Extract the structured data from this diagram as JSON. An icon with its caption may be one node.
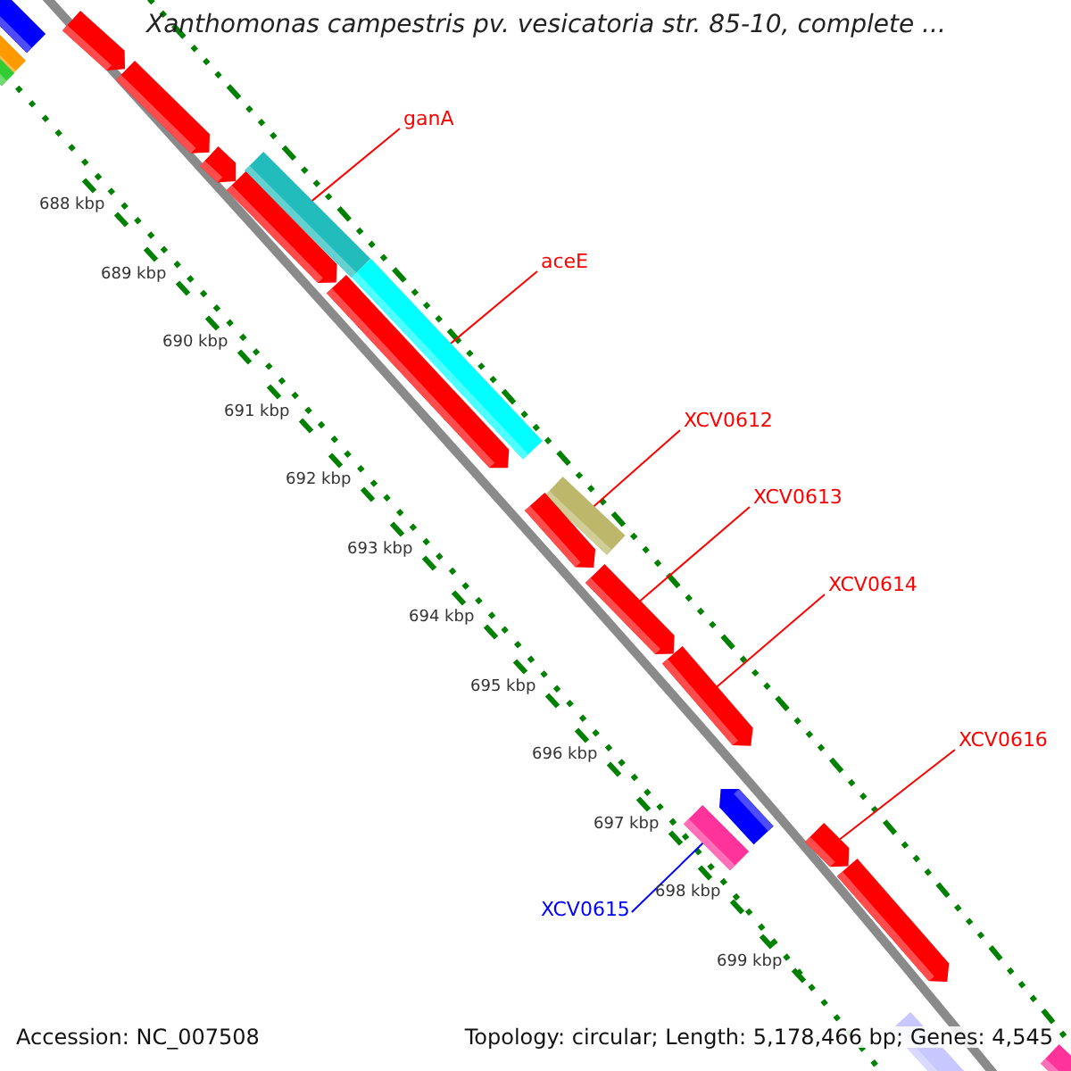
{
  "diagram": {
    "title": "Xanthomonas campestris pv. vesicatoria str. 85-10, complete ...",
    "nodes": [
      {
        "text": [
          "ganA"
        ]
      },
      {
        "text": [],
        "shape": "bar"
      },
      {
        "text": [
          "aceE"
        ]
      },
      {
        "text": [],
        "shape": "bar"
      },
      {
        "text": [
          "XCV0612"
        ]
      },
      {
        "text": [],
        "shape": "bar"
      },
      {
        "text": [
          "XCV0613"
        ]
      },
      {
        "text": [],
        "shape": "arrow"
      },
      {
        "text": [
          "XCV0614"
        ]
      },
      {
        "text": [],
        "shape": "arrow"
      },
      {
        "text": [
          "XCV0616"
        ]
      },
      {
        "text": [],
        "shape": "arrow"
      },
      {
        "text": [
          "XCV0615"
        ]
      },
      {
        "text": [],
        "shape": "bar"
      },
      {
        "text": [],
        "shape": "bar"
      },
      {
        "text": [],
        "shape": "bar"
      },
      {
        "text": [],
        "shape": "bar"
      },
      {
        "text": [],
        "shape": "arrow"
      },
      {
        "text": [],
        "shape": "arrow"
      },
      {
        "text": [],
        "shape": "arrow"
      },
      {
        "text": [],
        "shape": "arrow"
      },
      {
        "text": [],
        "shape": "arrow"
      },
      {
        "text": [],
        "shape": "arrow"
      },
      {
        "text": [],
        "shape": "arrow"
      },
      {
        "text": [],
        "shape": "arrow"
      },
      {
        "text": [],
        "shape": "bar"
      },
      {
        "text": [],
        "shape": "bar"
      }
    ],
    "edges": [
      {
        "from": 0,
        "to": 1,
        "arrow": "none"
      },
      {
        "from": 2,
        "to": 3,
        "arrow": "none"
      },
      {
        "from": 4,
        "to": 5,
        "arrow": "none"
      },
      {
        "from": 6,
        "to": 7,
        "arrow": "none"
      },
      {
        "from": 8,
        "to": 9,
        "arrow": "none"
      },
      {
        "from": 10,
        "to": 11,
        "arrow": "none"
      },
      {
        "from": 12,
        "to": 13,
        "arrow": "none",
        "color": "#0000ff"
      }
    ],
    "labels": [
      "688 kbp",
      "689 kbp",
      "690 kbp",
      "691 kbp",
      "692 kbp",
      "693 kbp",
      "694 kbp",
      "695 kbp",
      "696 kbp",
      "697 kbp",
      "698 kbp",
      "699 kbp",
      "Accession: NC_007508",
      "Topology: circular; Length: 5,178,466 bp; Genes: 4,545"
    ]
  }
}
